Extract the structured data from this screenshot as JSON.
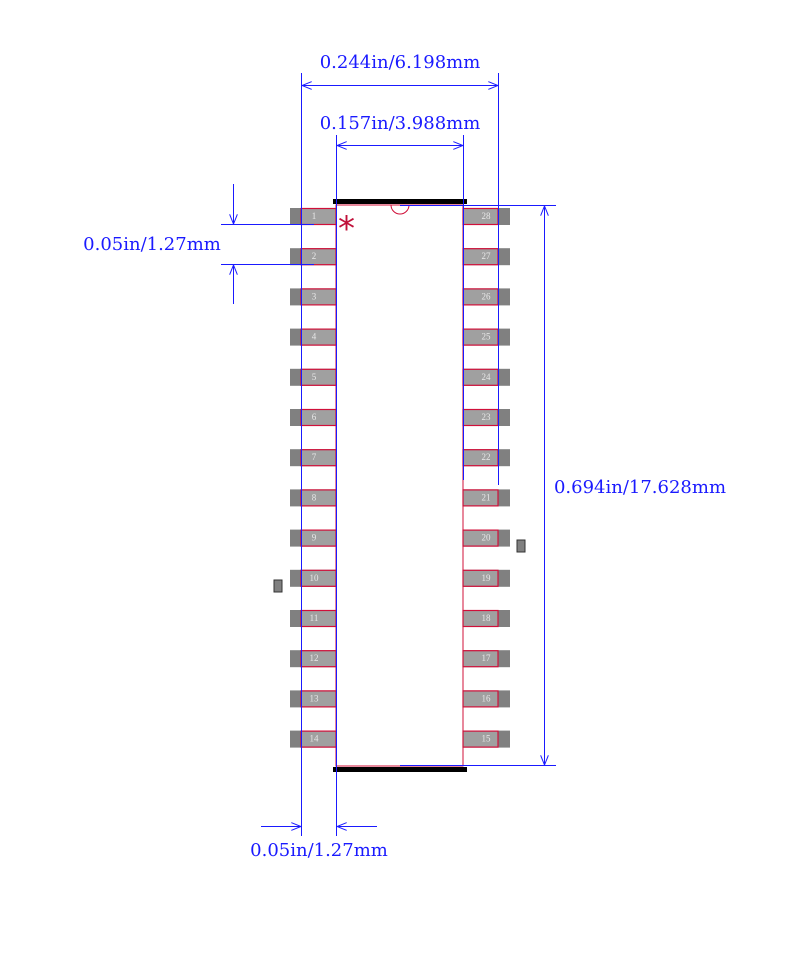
{
  "dimensions": {
    "overall_width": "0.244in/6.198mm",
    "body_width": "0.157in/3.988mm",
    "pitch": "0.05in/1.27mm",
    "length": "0.694in/17.628mm",
    "pad_length": "0.05in/1.27mm"
  },
  "pin1_marker": "*",
  "pins_left": [
    "1",
    "2",
    "3",
    "4",
    "5",
    "6",
    "7",
    "8",
    "9",
    "10",
    "11",
    "12",
    "13",
    "14"
  ],
  "pins_right": [
    "28",
    "27",
    "26",
    "25",
    "24",
    "23",
    "22",
    "21",
    "20",
    "19",
    "18",
    "17",
    "16",
    "15"
  ],
  "colors": {
    "dimension": "#1a1aff",
    "outline": "#d0103a",
    "pad": "#a0a0a0",
    "pad_dark": "#808080",
    "body_edge": "#000000"
  }
}
